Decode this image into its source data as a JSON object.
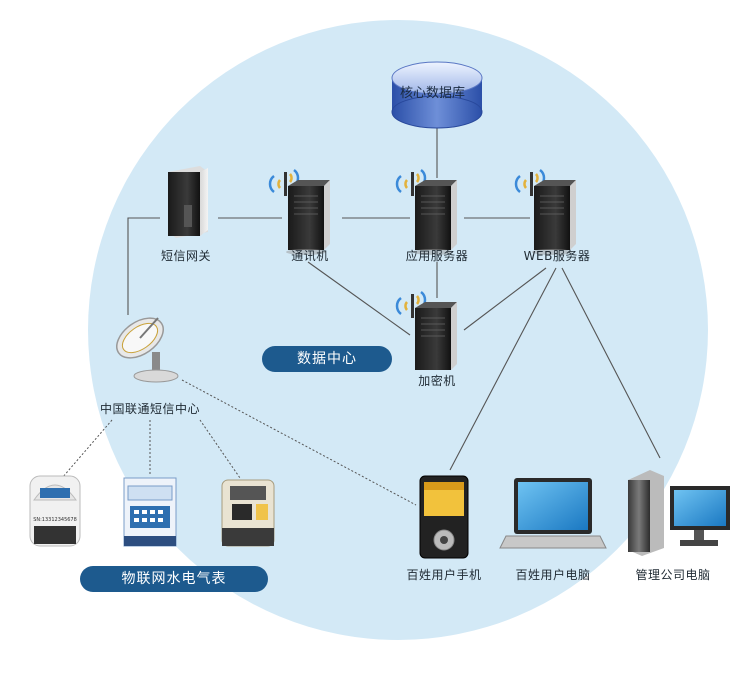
{
  "nodes": {
    "database": "核心数据库",
    "sms_gateway": "短信网关",
    "comm_server": "通讯机",
    "app_server": "应用服务器",
    "web_server": "WEB服务器",
    "encryptor": "加密机",
    "unicom_sms_center": "中国联通短信中心",
    "user_phone": "百姓用户手机",
    "user_pc": "百姓用户电脑",
    "company_pc": "管理公司电脑"
  },
  "groups": {
    "data_center": "数据中心",
    "iot_meters": "物联网水电气表"
  },
  "meter_serial": "SN:13312345678",
  "colors": {
    "circle_fill": "#d3e9f6",
    "pill_fill": "#1d5a8e",
    "line": "#4a4a4a"
  }
}
